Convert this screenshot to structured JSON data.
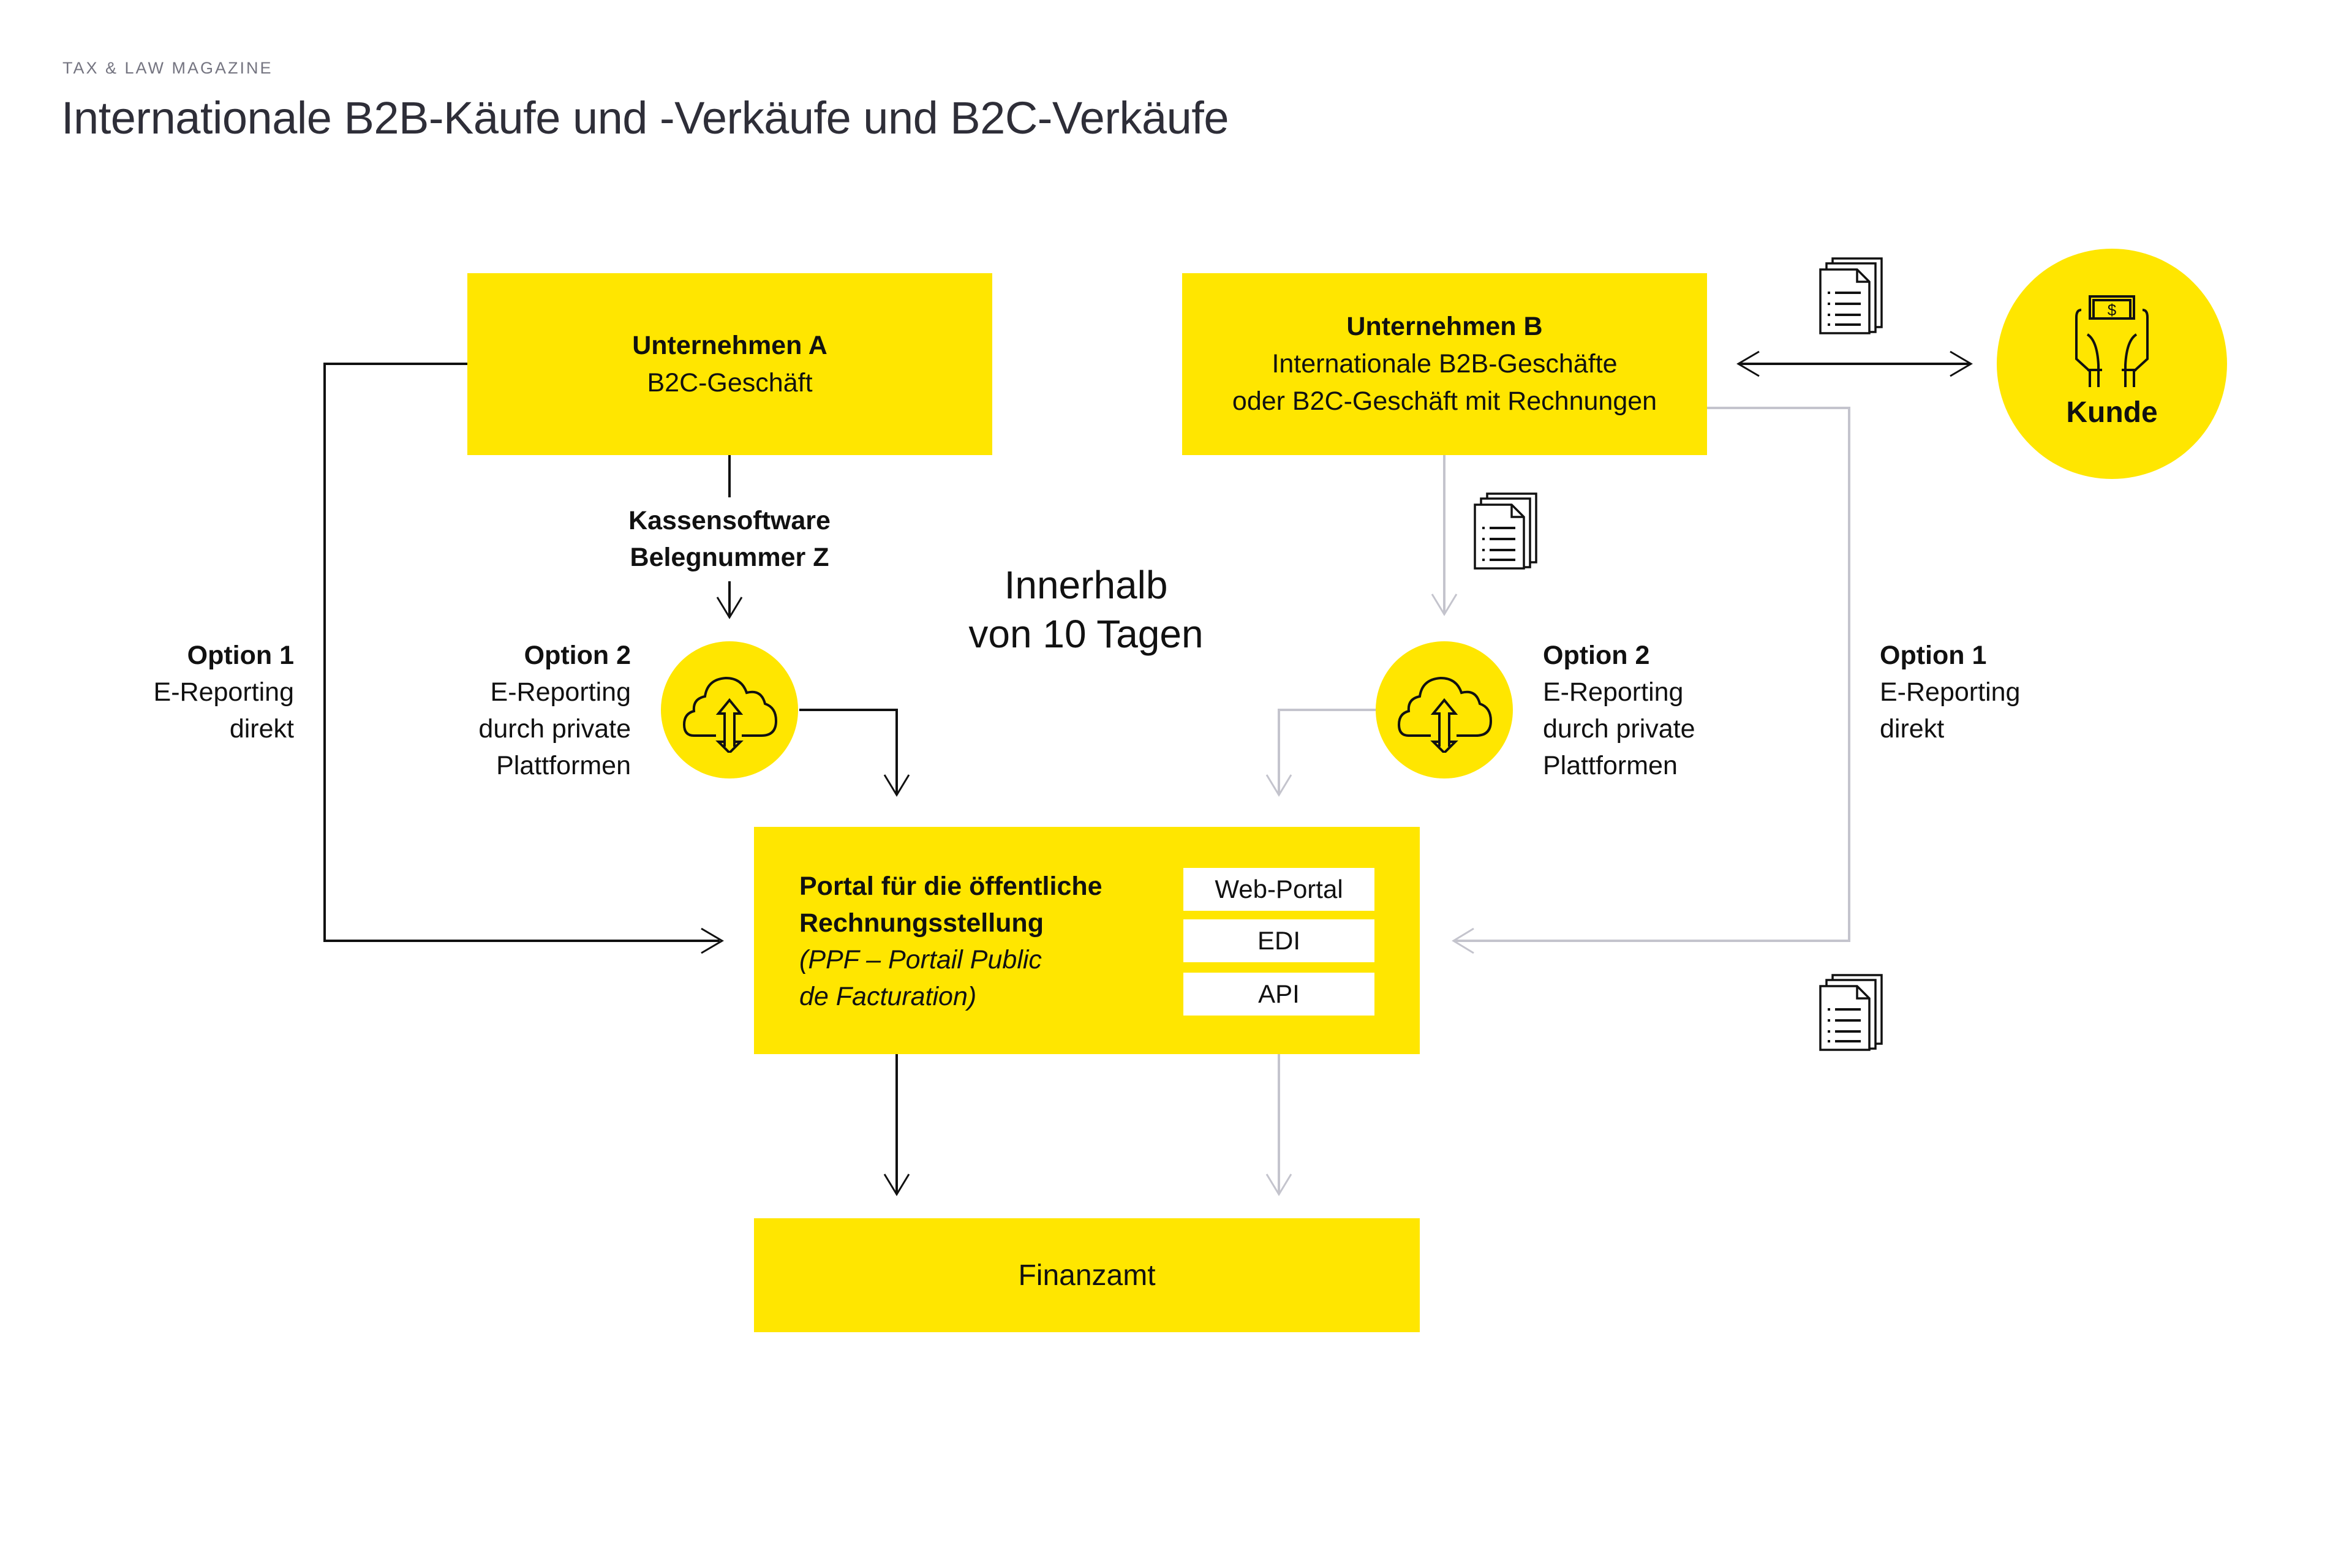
{
  "header": {
    "eyebrow": "TAX & LAW MAGAZINE",
    "title": "Internationale B2B-Käufe und -Verkäufe und B2C-Verkäufe"
  },
  "colors": {
    "accent_yellow": "#ffe600",
    "line_dark": "#111111",
    "line_grey": "#c4c4cd",
    "title_text": "#2e2e38",
    "eyebrow_text": "#747480"
  },
  "nodes": {
    "company_a": {
      "title": "Unternehmen A",
      "subtitle": "B2C-Geschäft"
    },
    "company_b": {
      "title": "Unternehmen B",
      "line1": "Internationale B2B-Geschäfte",
      "line2": "oder B2C-Geschäft mit Rechnungen"
    },
    "customer": {
      "label": "Kunde",
      "icon": "hands-holding-money-icon"
    },
    "portal": {
      "title_line1": "Portal für die öffentliche",
      "title_line2": "Rechnungsstellung",
      "note_line1": "(PPF – Portail Public",
      "note_line2": "de Facturation)",
      "channels": [
        "Web-Portal",
        "EDI",
        "API"
      ]
    },
    "tax_office": {
      "label": "Finanzamt"
    }
  },
  "labels": {
    "cash_software_line1": "Kassensoftware",
    "cash_software_line2": "Belegnummer Z",
    "deadline_line1": "Innerhalb",
    "deadline_line2": "von 10 Tagen",
    "option1_left": {
      "title": "Option 1",
      "line1": "E-Reporting",
      "line2": "direkt"
    },
    "option2_left": {
      "title": "Option 2",
      "line1": "E-Reporting",
      "line2": "durch private",
      "line3": "Plattformen"
    },
    "option2_right": {
      "title": "Option 2",
      "line1": "E-Reporting",
      "line2": "durch private",
      "line3": "Plattformen"
    },
    "option1_right": {
      "title": "Option 1",
      "line1": "E-Reporting",
      "line2": "direkt"
    }
  },
  "icons": {
    "cloud": "cloud-upload-download-icon",
    "document": "document-stack-icon",
    "double_arrow": "double-arrow-icon"
  }
}
